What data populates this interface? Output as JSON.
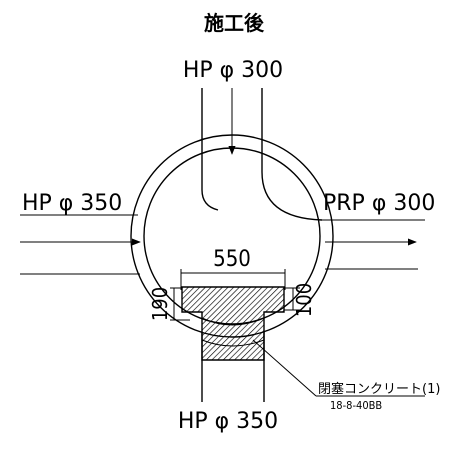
{
  "title": "施工後",
  "labels": {
    "top_pipe": "HP φ 300",
    "left_pipe": "HP φ 350",
    "right_pipe": "PRP φ 300",
    "bottom_pipe": "HP φ 350"
  },
  "dimensions": {
    "width": "550",
    "left_height": "190",
    "right_height": "100"
  },
  "note": {
    "line1": "閉塞コンクリート(1)",
    "line2": "18-8-40BB"
  }
}
